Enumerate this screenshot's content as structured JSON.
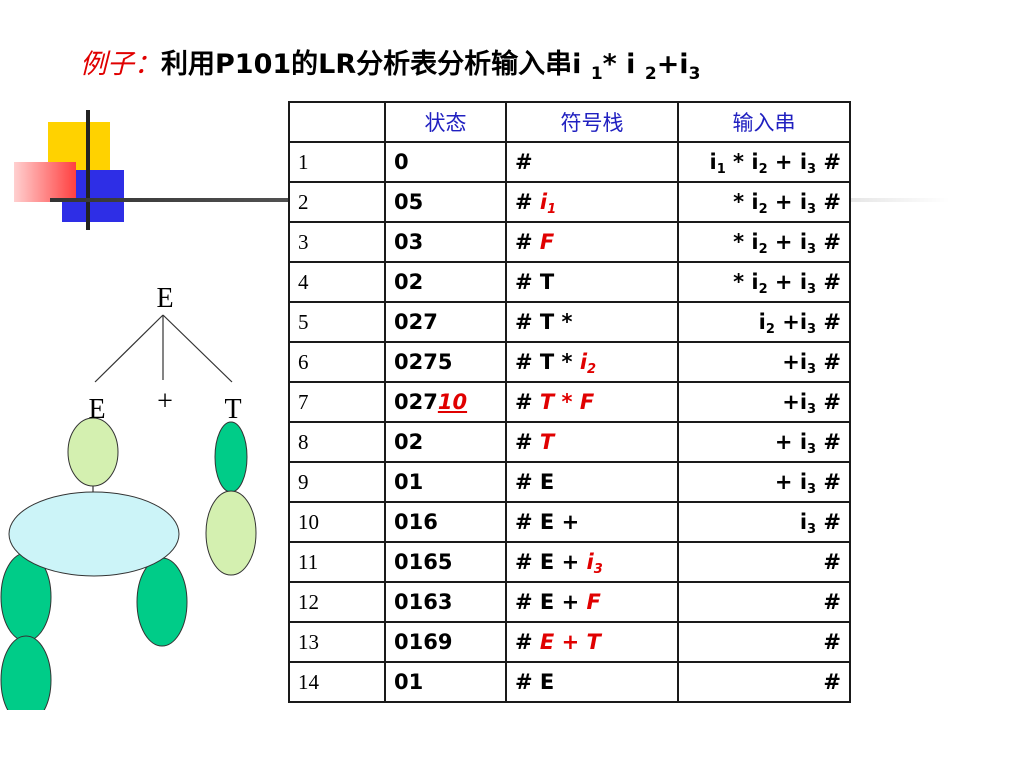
{
  "title": {
    "lead": "例子：",
    "text": "利用P101的LR分析表分析输入串",
    "expr": [
      {
        "t": "i "
      },
      {
        "t": "1",
        "sub": true
      },
      {
        "t": "* i "
      },
      {
        "t": "2",
        "sub": true
      },
      {
        "t": "+i"
      },
      {
        "t": "3",
        "sub": true
      }
    ]
  },
  "tree": {
    "root": "E",
    "children": [
      "E",
      "+",
      "T"
    ]
  },
  "table": {
    "headers": [
      "",
      "状态",
      "符号栈",
      "输入串"
    ],
    "rows": [
      {
        "n": "1",
        "state": [
          {
            "t": "0"
          }
        ],
        "sym": [
          {
            "t": "#"
          }
        ],
        "inp": [
          {
            "t": "i"
          },
          {
            "t": "1",
            "sub": true
          },
          {
            "t": " * i"
          },
          {
            "t": "2",
            "sub": true
          },
          {
            "t": " + i"
          },
          {
            "t": "3",
            "sub": true
          },
          {
            "t": " #"
          }
        ]
      },
      {
        "n": "2",
        "state": [
          {
            "t": "05"
          }
        ],
        "sym": [
          {
            "t": "# "
          },
          {
            "t": "i",
            "red": true
          },
          {
            "t": "1",
            "red": true,
            "sub": true
          }
        ],
        "inp": [
          {
            "t": "* i"
          },
          {
            "t": "2",
            "sub": true
          },
          {
            "t": " + i"
          },
          {
            "t": "3",
            "sub": true
          },
          {
            "t": " #"
          }
        ]
      },
      {
        "n": "3",
        "state": [
          {
            "t": "03"
          }
        ],
        "sym": [
          {
            "t": "# "
          },
          {
            "t": "F",
            "red": true
          }
        ],
        "inp": [
          {
            "t": "* i"
          },
          {
            "t": "2",
            "sub": true
          },
          {
            "t": " + i"
          },
          {
            "t": "3",
            "sub": true
          },
          {
            "t": " #"
          }
        ]
      },
      {
        "n": "4",
        "state": [
          {
            "t": "02"
          }
        ],
        "sym": [
          {
            "t": "# T"
          }
        ],
        "inp": [
          {
            "t": "* i"
          },
          {
            "t": "2",
            "sub": true
          },
          {
            "t": " + i"
          },
          {
            "t": "3",
            "sub": true
          },
          {
            "t": " #"
          }
        ]
      },
      {
        "n": "5",
        "state": [
          {
            "t": "027"
          }
        ],
        "sym": [
          {
            "t": "# T *"
          }
        ],
        "inp": [
          {
            "t": "i"
          },
          {
            "t": "2",
            "sub": true
          },
          {
            "t": " +i"
          },
          {
            "t": "3",
            "sub": true
          },
          {
            "t": "  #"
          }
        ]
      },
      {
        "n": "6",
        "state": [
          {
            "t": "0275"
          }
        ],
        "sym": [
          {
            "t": "# T * "
          },
          {
            "t": "i",
            "red": true
          },
          {
            "t": "2",
            "red": true,
            "sub": true
          }
        ],
        "inp": [
          {
            "t": "+i"
          },
          {
            "t": "3",
            "sub": true
          },
          {
            "t": " #"
          }
        ]
      },
      {
        "n": "7",
        "state": [
          {
            "t": "027"
          },
          {
            "t": "10",
            "red": true,
            "ul": true
          }
        ],
        "sym": [
          {
            "t": "# "
          },
          {
            "t": "T * F",
            "red": true
          }
        ],
        "inp": [
          {
            "t": "+i"
          },
          {
            "t": "3",
            "sub": true
          },
          {
            "t": " #"
          }
        ]
      },
      {
        "n": "8",
        "state": [
          {
            "t": "02"
          }
        ],
        "sym": [
          {
            "t": "# "
          },
          {
            "t": "T",
            "red": true
          }
        ],
        "inp": [
          {
            "t": "+ i"
          },
          {
            "t": "3",
            "sub": true
          },
          {
            "t": " #"
          }
        ]
      },
      {
        "n": "9",
        "state": [
          {
            "t": "01"
          }
        ],
        "sym": [
          {
            "t": "# E"
          }
        ],
        "inp": [
          {
            "t": "+ i"
          },
          {
            "t": "3",
            "sub": true
          },
          {
            "t": " #"
          }
        ]
      },
      {
        "n": "10",
        "state": [
          {
            "t": "016"
          }
        ],
        "sym": [
          {
            "t": "# E +"
          }
        ],
        "inp": [
          {
            "t": "i"
          },
          {
            "t": "3",
            "sub": true
          },
          {
            "t": " #"
          }
        ]
      },
      {
        "n": "11",
        "state": [
          {
            "t": "0165"
          }
        ],
        "sym": [
          {
            "t": "# E + "
          },
          {
            "t": "i",
            "red": true
          },
          {
            "t": "3",
            "red": true,
            "sub": true
          }
        ],
        "inp": [
          {
            "t": "#"
          }
        ]
      },
      {
        "n": "12",
        "state": [
          {
            "t": "0163"
          }
        ],
        "sym": [
          {
            "t": "# E + "
          },
          {
            "t": "F",
            "red": true
          }
        ],
        "inp": [
          {
            "t": "#"
          }
        ]
      },
      {
        "n": "13",
        "state": [
          {
            "t": "0169"
          }
        ],
        "sym": [
          {
            "t": "# "
          },
          {
            "t": "E + T",
            "red": true
          }
        ],
        "inp": [
          {
            "t": "#"
          }
        ]
      },
      {
        "n": "14",
        "state": [
          {
            "t": "01"
          }
        ],
        "sym": [
          {
            "t": "# E"
          }
        ],
        "inp": [
          {
            "t": "#"
          }
        ]
      }
    ]
  }
}
